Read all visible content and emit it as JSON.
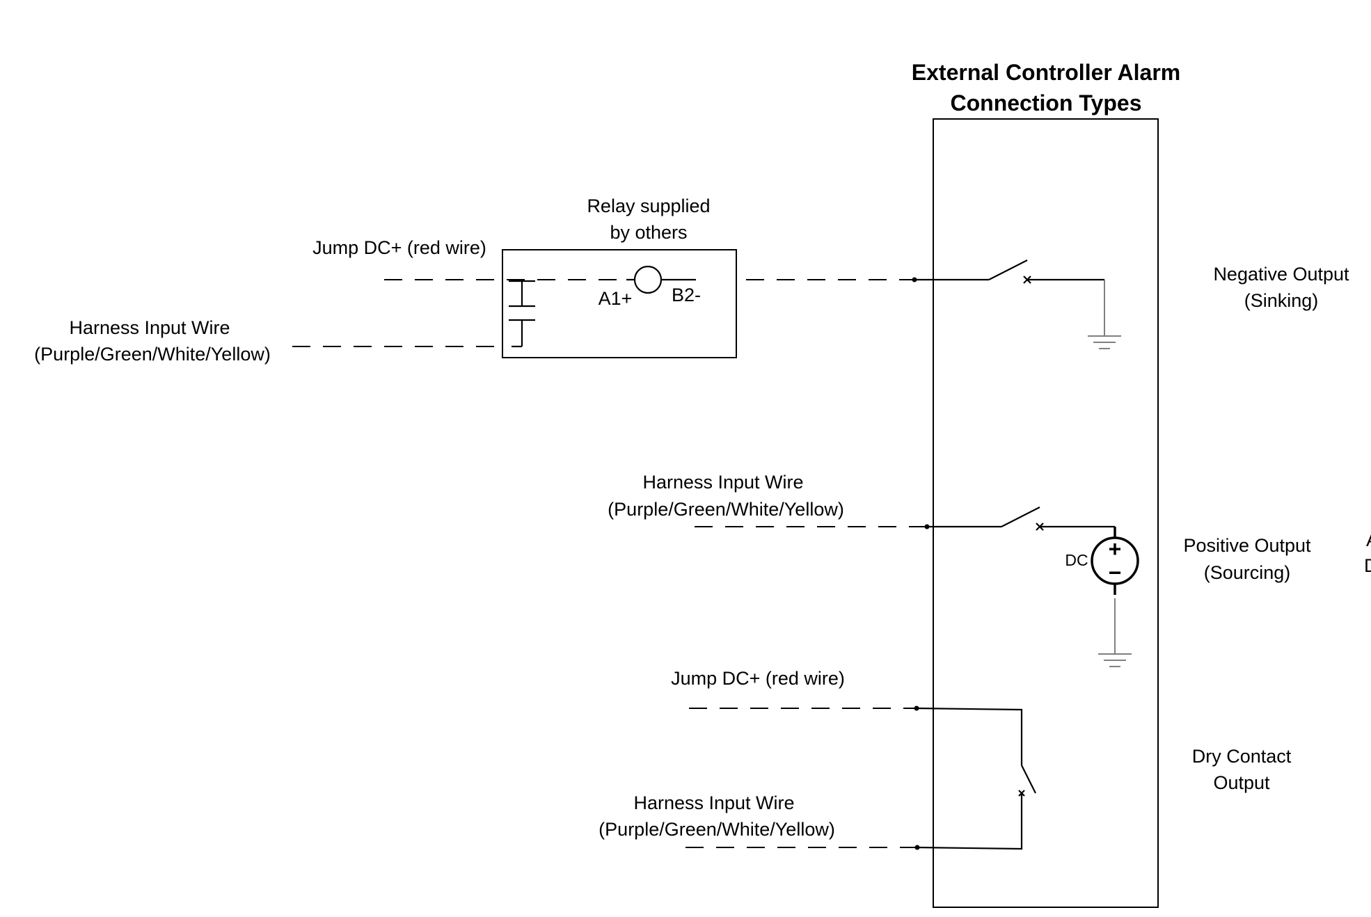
{
  "title": {
    "line1": "External Controller Alarm",
    "line2": "Connection Types"
  },
  "relay": {
    "caption_line1": "Relay supplied",
    "caption_line2": "by others",
    "terminal_a": "A1+",
    "terminal_b": "B2-"
  },
  "wires": {
    "jump_dc_top": "Jump DC+ (red wire)",
    "harness_top_line1": "Harness Input Wire",
    "harness_top_line2": "(Purple/Green/White/Yellow)",
    "harness_mid_line1": "Harness Input Wire",
    "harness_mid_line2": "(Purple/Green/White/Yellow)",
    "jump_dc_bottom": "Jump DC+ (red wire)",
    "harness_bottom_line1": "Harness Input Wire",
    "harness_bottom_line2": "(Purple/Green/White/Yellow)"
  },
  "outputs": {
    "negative_line1": "Negative  Output",
    "negative_line2": "(Sinking)",
    "positive_line1": "Positive Output",
    "positive_line2": "(Sourcing)",
    "dry_line1": "Dry Contact",
    "dry_line2": "Output"
  },
  "source": {
    "label": "DC",
    "plus": "+",
    "minus": "−"
  },
  "edge_fragments": {
    "frag1": "A",
    "frag2": "D"
  }
}
